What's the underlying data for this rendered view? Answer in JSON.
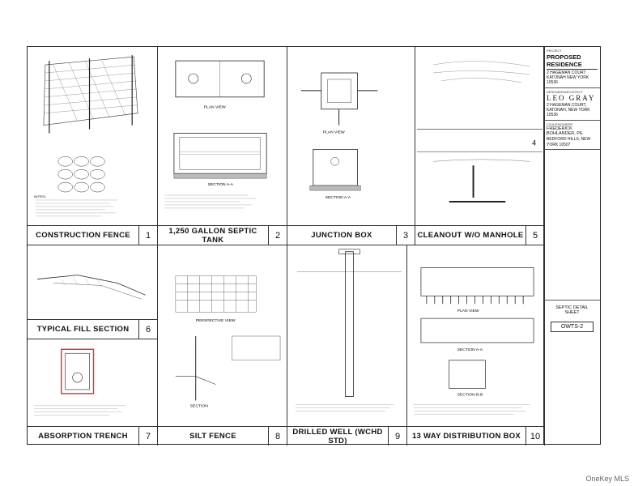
{
  "project": {
    "label": "PROJECT",
    "title": "PROPOSED RESIDENCE",
    "address_line1": "2 HAGEMAN COURT",
    "address_line2": "KATONAH NEW YORK 10536"
  },
  "architect": {
    "label": "DESIGNER/ARCHITECT",
    "logo": "LEO GRAY",
    "address": "2 HAGEMAN COURT, KATONAH, NEW YORK 10536"
  },
  "engineer": {
    "label": "CIVIL/ENGINEER",
    "name": "FREDERICK BOHLANDER, PE",
    "address": "BEDFORD HILLS, NEW YORK 10507"
  },
  "sheet": {
    "title_line1": "SEPTIC DETAIL",
    "title_line2": "SHEET",
    "number": "OWTS-2"
  },
  "details": [
    {
      "title": "CONSTRUCTION FENCE",
      "num": "1"
    },
    {
      "title": "1,250 GALLON SEPTIC TANK",
      "num": "2"
    },
    {
      "title": "JUNCTION BOX",
      "num": "3"
    },
    {
      "title": "CLEANOUT W/O MANHOLE",
      "num": "5"
    },
    {
      "title": "TYPICAL FILL SECTION",
      "num": "6"
    },
    {
      "title": "ABSORPTION TRENCH",
      "num": "7"
    },
    {
      "title": "SILT FENCE",
      "num": "8"
    },
    {
      "title": "DRILLED WELL (WCHD STD)",
      "num": "9"
    },
    {
      "title": "13 WAY DISTRIBUTION BOX",
      "num": "10"
    }
  ],
  "panel4_num": "4",
  "labels": {
    "plan_view": "PLAN VIEW",
    "section_aa": "SECTION A-A",
    "section_bb": "SECTION B-B",
    "perspective_view": "PERSPECTIVE VIEW",
    "section": "SECTION",
    "notes": "NOTES:"
  },
  "watermark": "OneKey MLS",
  "colors": {
    "line": "#222222",
    "hatch": "#555555",
    "accent": "#d04040"
  }
}
